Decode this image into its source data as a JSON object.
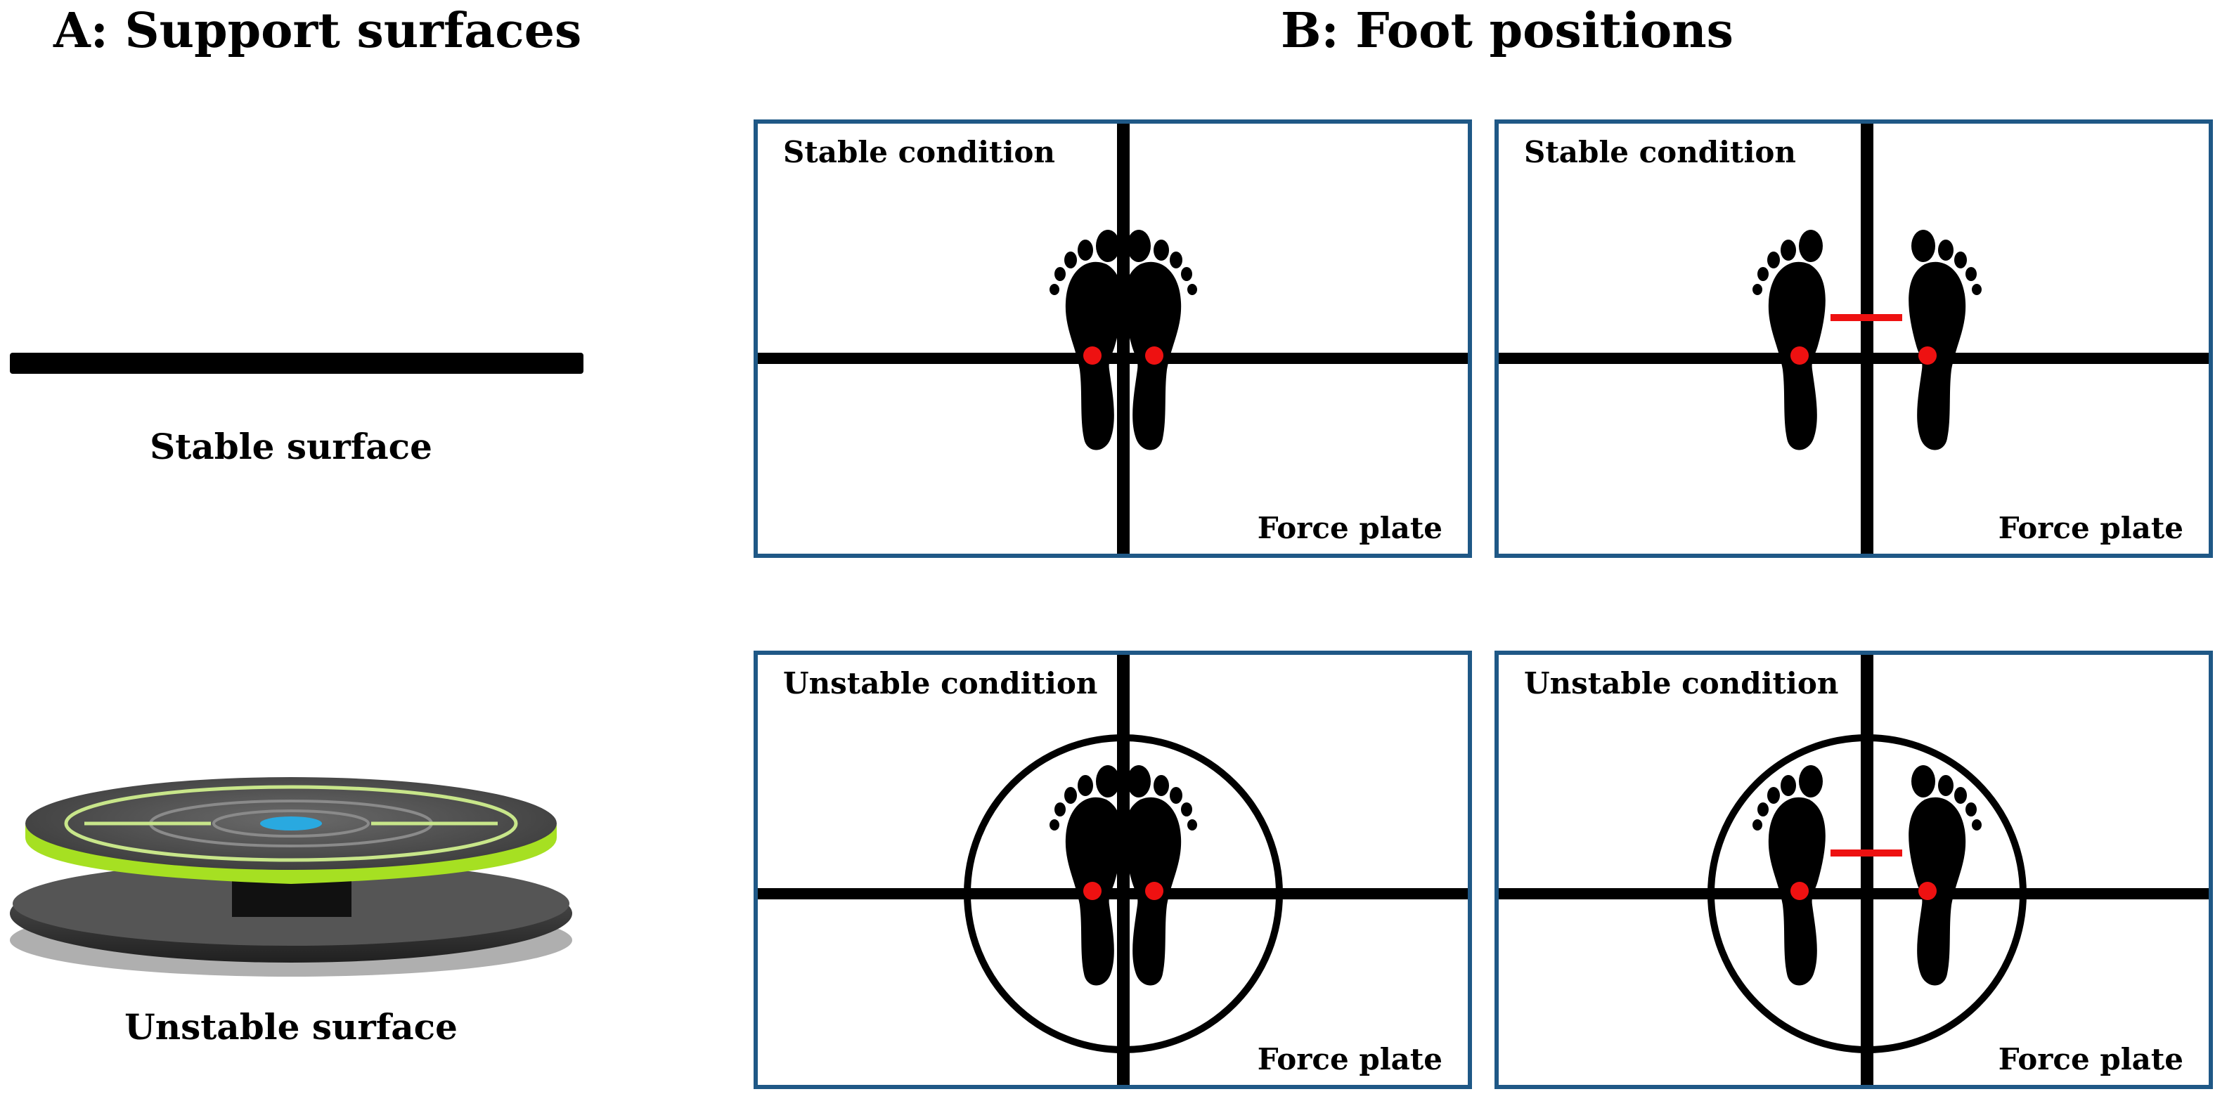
{
  "section_a": {
    "title": "A: Support surfaces",
    "stable_label": "Stable surface",
    "unstable_label": "Unstable surface"
  },
  "section_b": {
    "title": "B: Foot positions",
    "panels": [
      {
        "condition": "Stable condition",
        "plate": "Force plate",
        "stance": "feet-together",
        "board": false
      },
      {
        "condition": "Stable condition",
        "plate": "Force plate",
        "stance": "feet-apart",
        "board": false
      },
      {
        "condition": "Unstable condition",
        "plate": "Force plate",
        "stance": "feet-together",
        "board": true
      },
      {
        "condition": "Unstable condition",
        "plate": "Force plate",
        "stance": "feet-apart",
        "board": true
      }
    ]
  },
  "colors": {
    "panel_border": "#1f5886",
    "marker": "#ee1111",
    "board_rim": "#a6e022",
    "board_top": "#4a4a4a",
    "board_center": "#29a9e0"
  }
}
